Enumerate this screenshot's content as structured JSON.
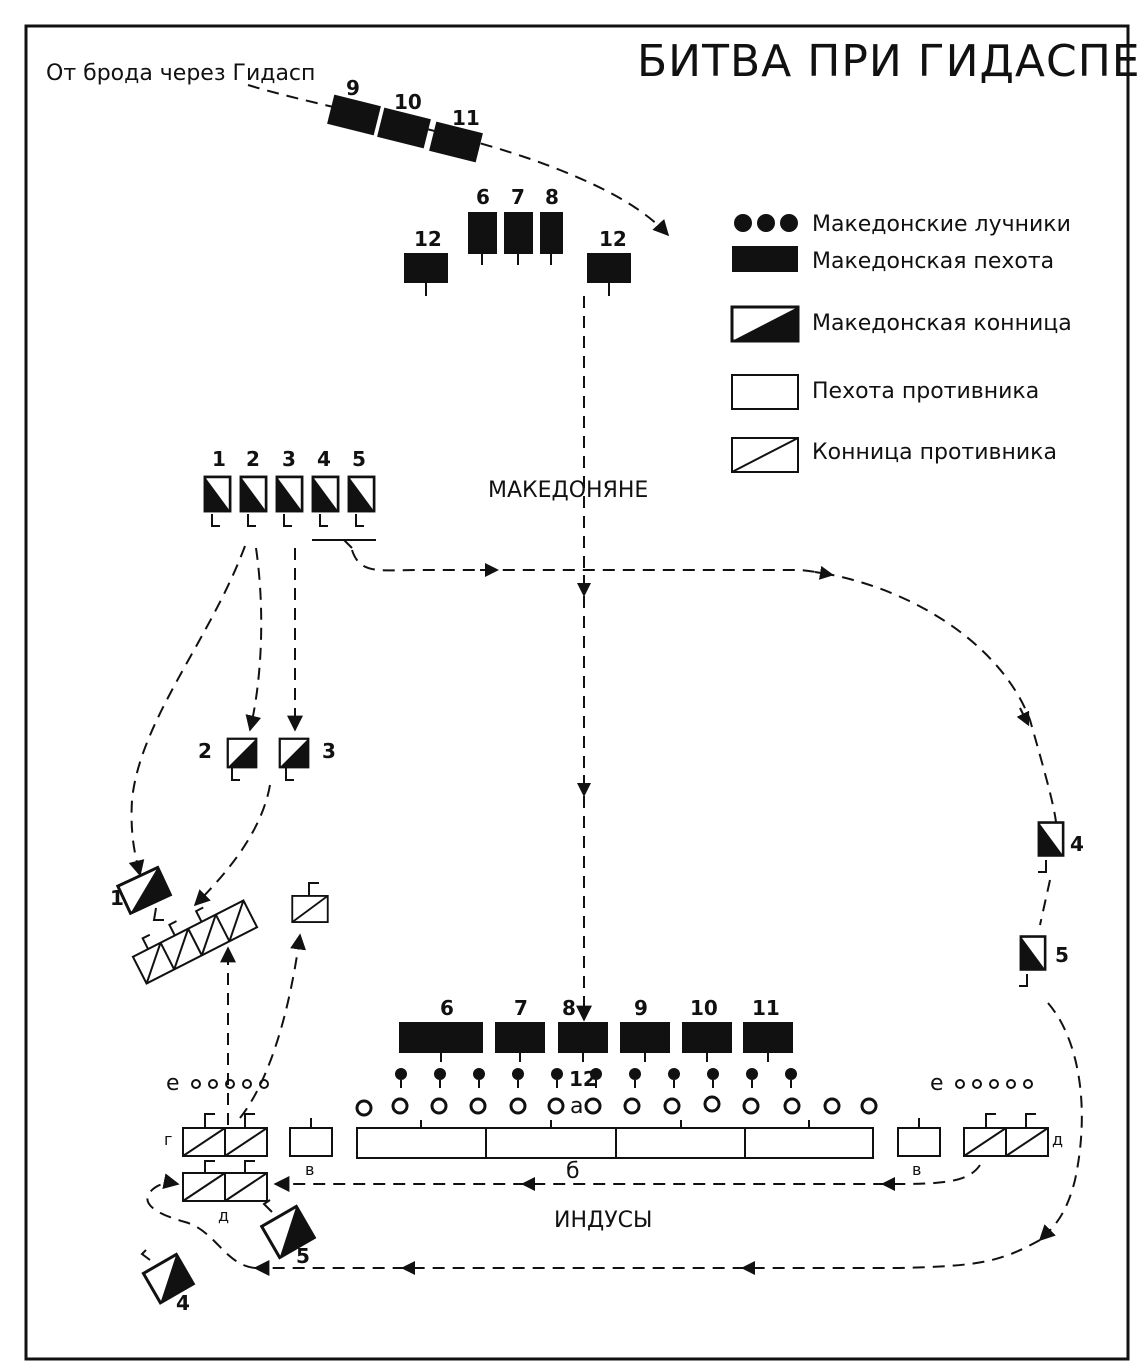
{
  "title": "БИТВА ПРИ ГИДАСПЕ",
  "ford_label": "От брода через Гидасп",
  "macedonians_label": "МАКЕДОНЯНЕ",
  "indians_label": "ИНДУСЫ",
  "legend": {
    "archers": "Македонские лучники",
    "infantry": "Македонская пехота",
    "cavalry": "Македонская конница",
    "enemy_infantry": "Пехота противника",
    "enemy_cavalry": "Конница противника"
  },
  "unit_labels": {
    "u1": "1",
    "u2": "2",
    "u3": "3",
    "u4": "4",
    "u5": "5",
    "u6": "6",
    "u7": "7",
    "u8": "8",
    "u9": "9",
    "u10": "10",
    "u11": "11",
    "u12": "12"
  },
  "letters": {
    "a": "а",
    "b": "б",
    "v": "в",
    "g": "г",
    "d": "д",
    "e": "е"
  }
}
